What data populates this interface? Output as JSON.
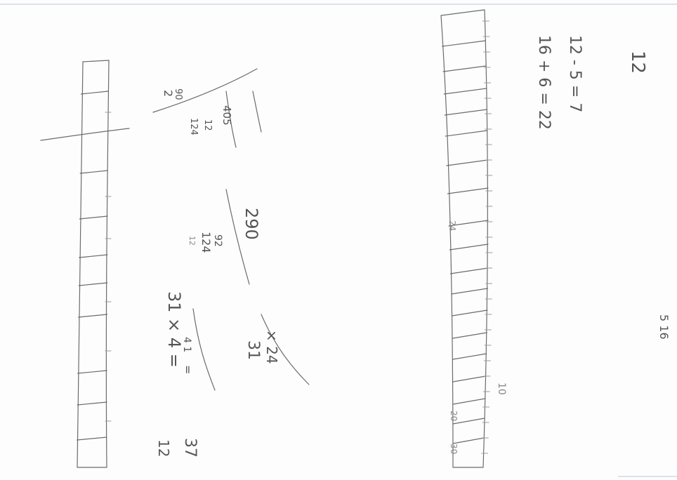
{
  "handwriting": {
    "page_number": "12",
    "sum_line_1": "12 - 5 = 7",
    "sum_line_2": "16 + 6 = 22",
    "note_right": "5 16",
    "strip_label_mid": "24",
    "strip_label_low": "10",
    "strip_label_lower": "20",
    "strip_label_bottom": "30",
    "left_margin_top": "12",
    "left_margin_bottom": "37",
    "mult_problem": "31 × 4 =",
    "mult_carry": "4 1",
    "mult_equals": "=",
    "mult_stacked_top": "31",
    "mult_stacked_times": "× 24",
    "div_top": "124",
    "div_mid": "92",
    "div_bottom": "290",
    "div_small": "12",
    "corner_a": "124",
    "corner_b": "12",
    "corner_c": "405",
    "corner_d": "2",
    "corner_e": "90"
  }
}
